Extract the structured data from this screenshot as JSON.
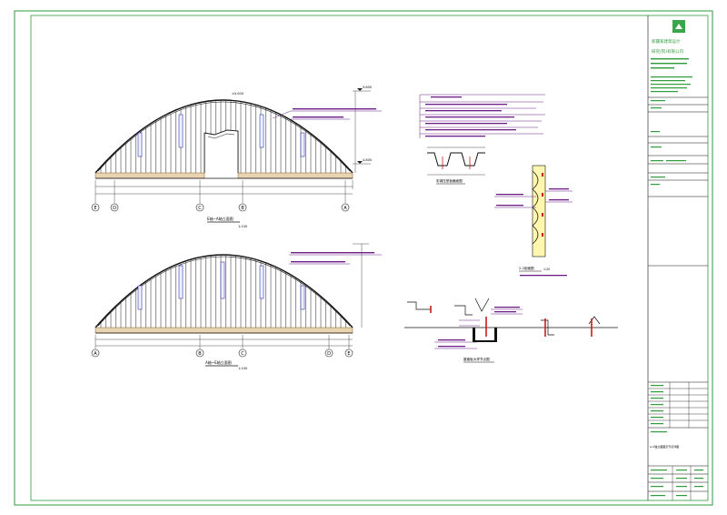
{
  "title_block": {
    "company_line1": "新疆某建筑设计",
    "company_line2": "研究(院)有限公司",
    "drawing_name": "A,C轴立面图及节点详图"
  },
  "elevation_top": {
    "title": "E轴~A轴立面图",
    "scale": "1:100",
    "axis_labels": [
      "E",
      "D",
      "C",
      "B",
      "A"
    ],
    "level_top": "9.800",
    "level_mid": "4.800",
    "level_bottom": "±0.000"
  },
  "elevation_bottom": {
    "title": "A轴~E轴立面图",
    "scale": "1:100",
    "axis_labels": [
      "A",
      "B",
      "C",
      "D",
      "E"
    ]
  },
  "details": {
    "plate_section_title": "彩钢压型板截面图",
    "section22_title": "2-2剖面图",
    "section22_scale": "1:20",
    "node_title": "屋面板大样节点图"
  },
  "colors": {
    "frame": "#2e9b3c",
    "linework": "#101010",
    "steel": "#6a1e86",
    "foundation_fill": "#e8d4b0",
    "accent_red": "#cc1b1b",
    "logo": "#3aa64a"
  }
}
